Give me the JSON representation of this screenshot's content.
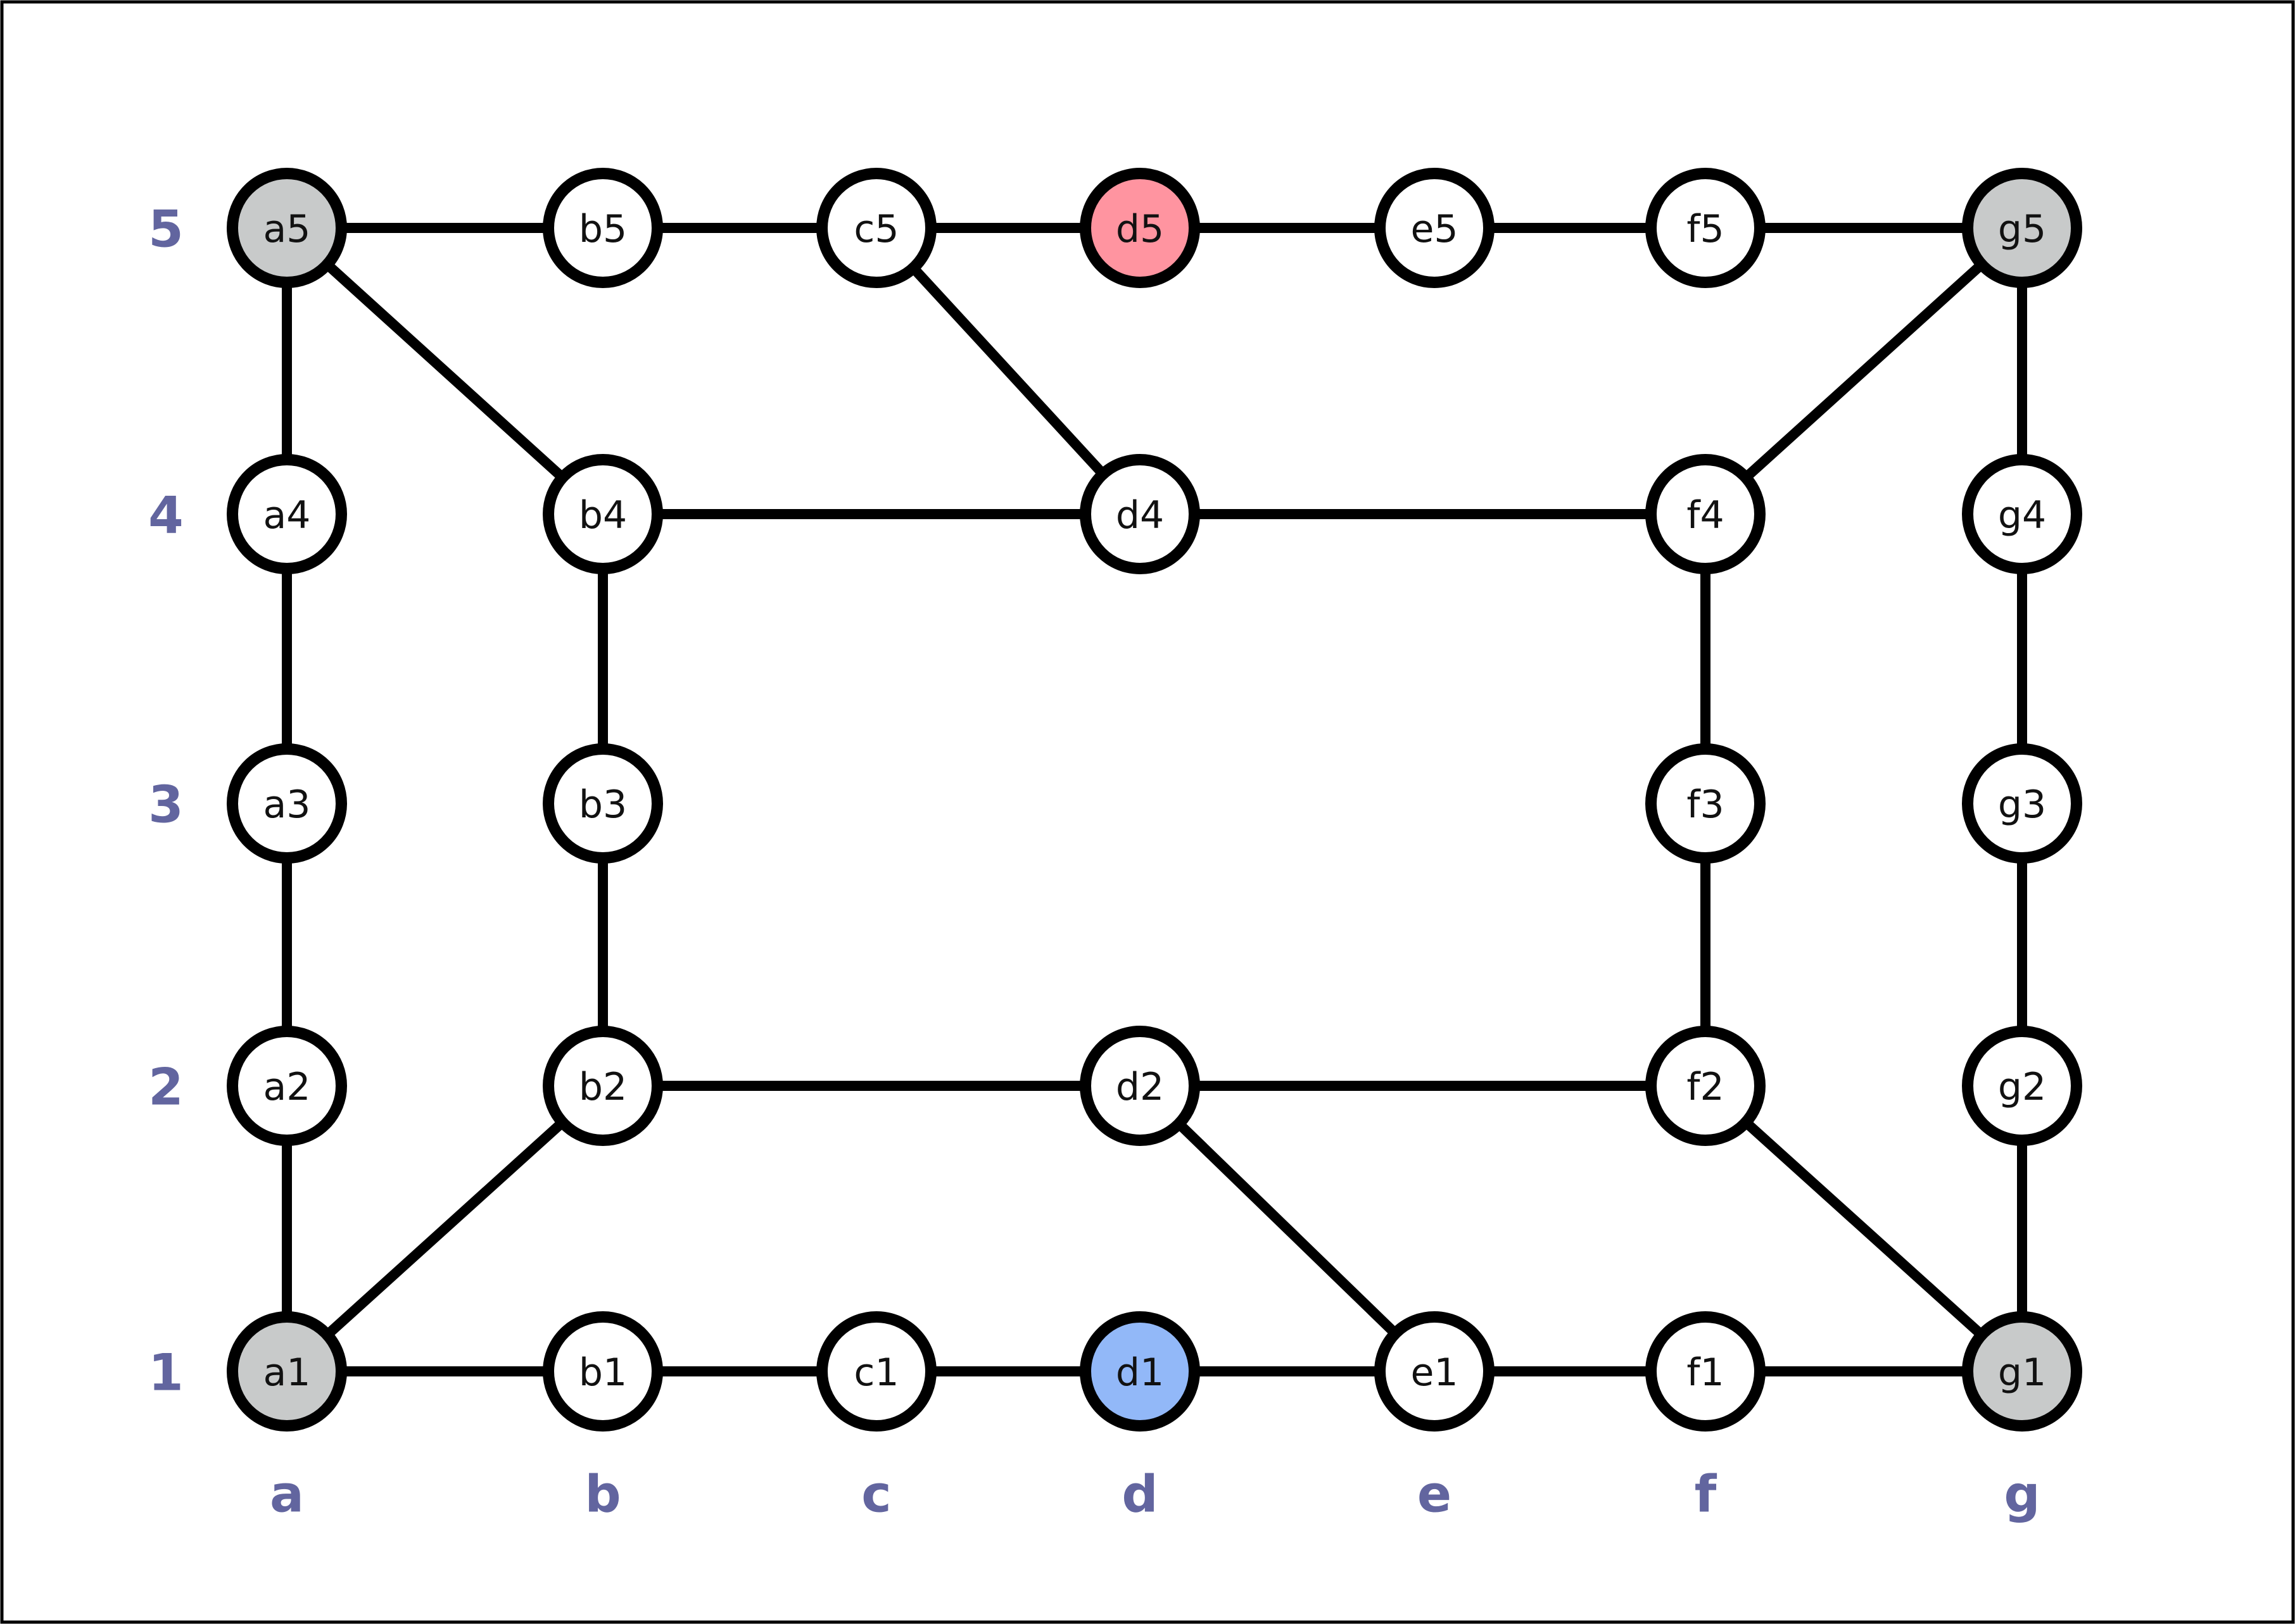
{
  "colors": {
    "axis_label": "#62659f",
    "default_node": "#ffffff",
    "corner_node": "#c8caca",
    "target_node": "#ff94a0",
    "start_node": "#92b8f8"
  },
  "axis": {
    "columns": [
      "a",
      "b",
      "c",
      "d",
      "e",
      "f",
      "g"
    ],
    "rows": [
      "1",
      "2",
      "3",
      "4",
      "5"
    ]
  },
  "nodes": [
    {
      "id": "a5",
      "col": "a",
      "row": "5",
      "kind": "corner_node"
    },
    {
      "id": "b5",
      "col": "b",
      "row": "5",
      "kind": "default_node"
    },
    {
      "id": "c5",
      "col": "c",
      "row": "5",
      "kind": "default_node"
    },
    {
      "id": "d5",
      "col": "d",
      "row": "5",
      "kind": "target_node"
    },
    {
      "id": "e5",
      "col": "e",
      "row": "5",
      "kind": "default_node"
    },
    {
      "id": "f5",
      "col": "f",
      "row": "5",
      "kind": "default_node"
    },
    {
      "id": "g5",
      "col": "g",
      "row": "5",
      "kind": "corner_node"
    },
    {
      "id": "a4",
      "col": "a",
      "row": "4",
      "kind": "default_node"
    },
    {
      "id": "b4",
      "col": "b",
      "row": "4",
      "kind": "default_node"
    },
    {
      "id": "d4",
      "col": "d",
      "row": "4",
      "kind": "default_node"
    },
    {
      "id": "f4",
      "col": "f",
      "row": "4",
      "kind": "default_node"
    },
    {
      "id": "g4",
      "col": "g",
      "row": "4",
      "kind": "default_node"
    },
    {
      "id": "a3",
      "col": "a",
      "row": "3",
      "kind": "default_node"
    },
    {
      "id": "b3",
      "col": "b",
      "row": "3",
      "kind": "default_node"
    },
    {
      "id": "f3",
      "col": "f",
      "row": "3",
      "kind": "default_node"
    },
    {
      "id": "g3",
      "col": "g",
      "row": "3",
      "kind": "default_node"
    },
    {
      "id": "a2",
      "col": "a",
      "row": "2",
      "kind": "default_node"
    },
    {
      "id": "b2",
      "col": "b",
      "row": "2",
      "kind": "default_node"
    },
    {
      "id": "d2",
      "col": "d",
      "row": "2",
      "kind": "default_node"
    },
    {
      "id": "f2",
      "col": "f",
      "row": "2",
      "kind": "default_node"
    },
    {
      "id": "g2",
      "col": "g",
      "row": "2",
      "kind": "default_node"
    },
    {
      "id": "a1",
      "col": "a",
      "row": "1",
      "kind": "corner_node"
    },
    {
      "id": "b1",
      "col": "b",
      "row": "1",
      "kind": "default_node"
    },
    {
      "id": "c1",
      "col": "c",
      "row": "1",
      "kind": "default_node"
    },
    {
      "id": "d1",
      "col": "d",
      "row": "1",
      "kind": "start_node"
    },
    {
      "id": "e1",
      "col": "e",
      "row": "1",
      "kind": "default_node"
    },
    {
      "id": "f1",
      "col": "f",
      "row": "1",
      "kind": "default_node"
    },
    {
      "id": "g1",
      "col": "g",
      "row": "1",
      "kind": "corner_node"
    }
  ],
  "edges": [
    [
      "a5",
      "b5"
    ],
    [
      "b5",
      "c5"
    ],
    [
      "c5",
      "d5"
    ],
    [
      "d5",
      "e5"
    ],
    [
      "e5",
      "f5"
    ],
    [
      "f5",
      "g5"
    ],
    [
      "a5",
      "a4"
    ],
    [
      "a4",
      "a3"
    ],
    [
      "a3",
      "a2"
    ],
    [
      "a2",
      "a1"
    ],
    [
      "a5",
      "b4"
    ],
    [
      "c5",
      "d4"
    ],
    [
      "g5",
      "f4"
    ],
    [
      "g5",
      "g4"
    ],
    [
      "g4",
      "g3"
    ],
    [
      "g3",
      "g2"
    ],
    [
      "g2",
      "g1"
    ],
    [
      "b4",
      "d4"
    ],
    [
      "d4",
      "f4"
    ],
    [
      "b4",
      "b3"
    ],
    [
      "b3",
      "b2"
    ],
    [
      "f4",
      "f3"
    ],
    [
      "f3",
      "f2"
    ],
    [
      "b2",
      "d2"
    ],
    [
      "d2",
      "f2"
    ],
    [
      "a1",
      "b2"
    ],
    [
      "d2",
      "e1"
    ],
    [
      "f2",
      "g1"
    ],
    [
      "a1",
      "b1"
    ],
    [
      "b1",
      "c1"
    ],
    [
      "c1",
      "d1"
    ],
    [
      "d1",
      "e1"
    ],
    [
      "e1",
      "f1"
    ],
    [
      "f1",
      "g1"
    ]
  ]
}
